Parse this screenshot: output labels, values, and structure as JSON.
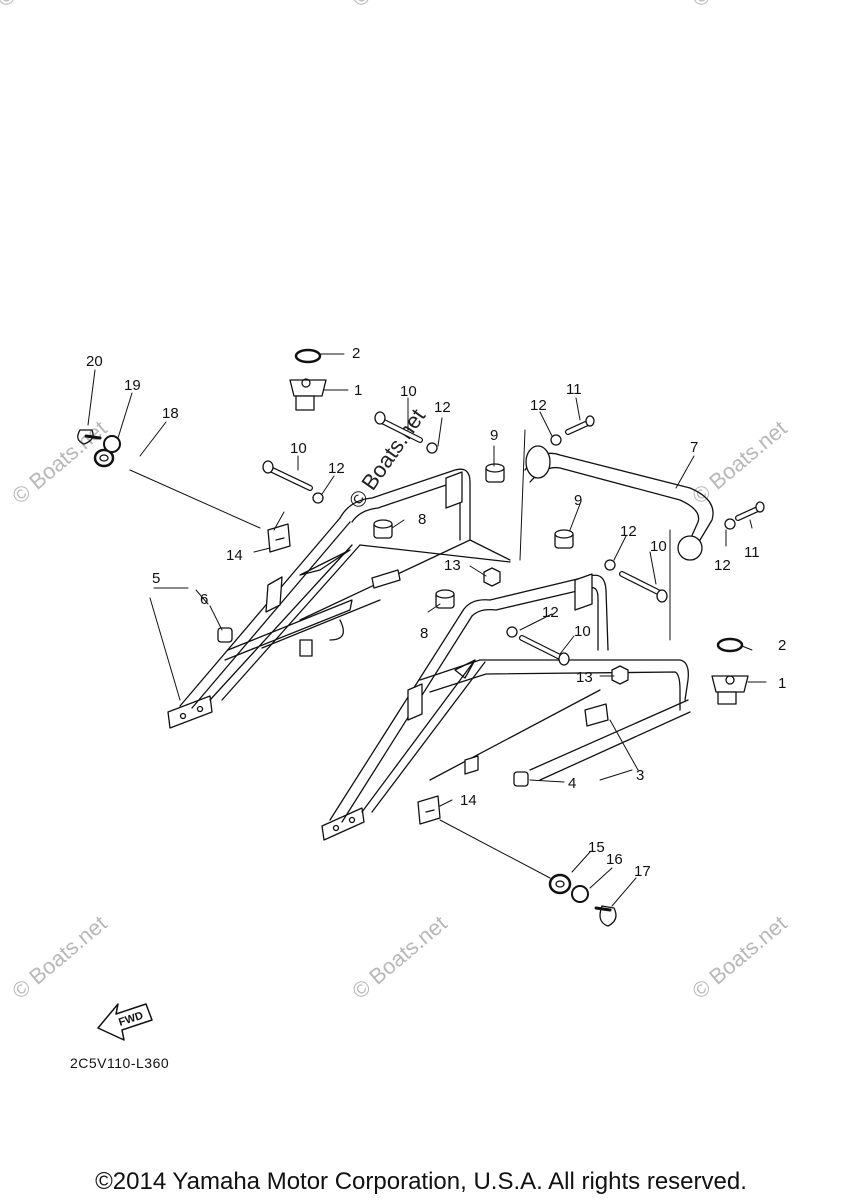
{
  "diagram_code": "2C5V110-L360",
  "copyright": "©2014 Yamaha Motor Corporation, U.S.A. All rights reserved.",
  "watermark": "© Boats.net",
  "fwd_label": "FWD",
  "part_labels": {
    "p1": "1",
    "p2": "2",
    "p3": "3",
    "p4": "4",
    "p5": "5",
    "p6": "6",
    "p7": "7",
    "p8": "8",
    "p9": "9",
    "p10": "10",
    "p11": "11",
    "p12": "12",
    "p13": "13",
    "p14": "14",
    "p15": "15",
    "p16": "16",
    "p17": "17",
    "p18": "18",
    "p19": "19",
    "p20": "20"
  }
}
